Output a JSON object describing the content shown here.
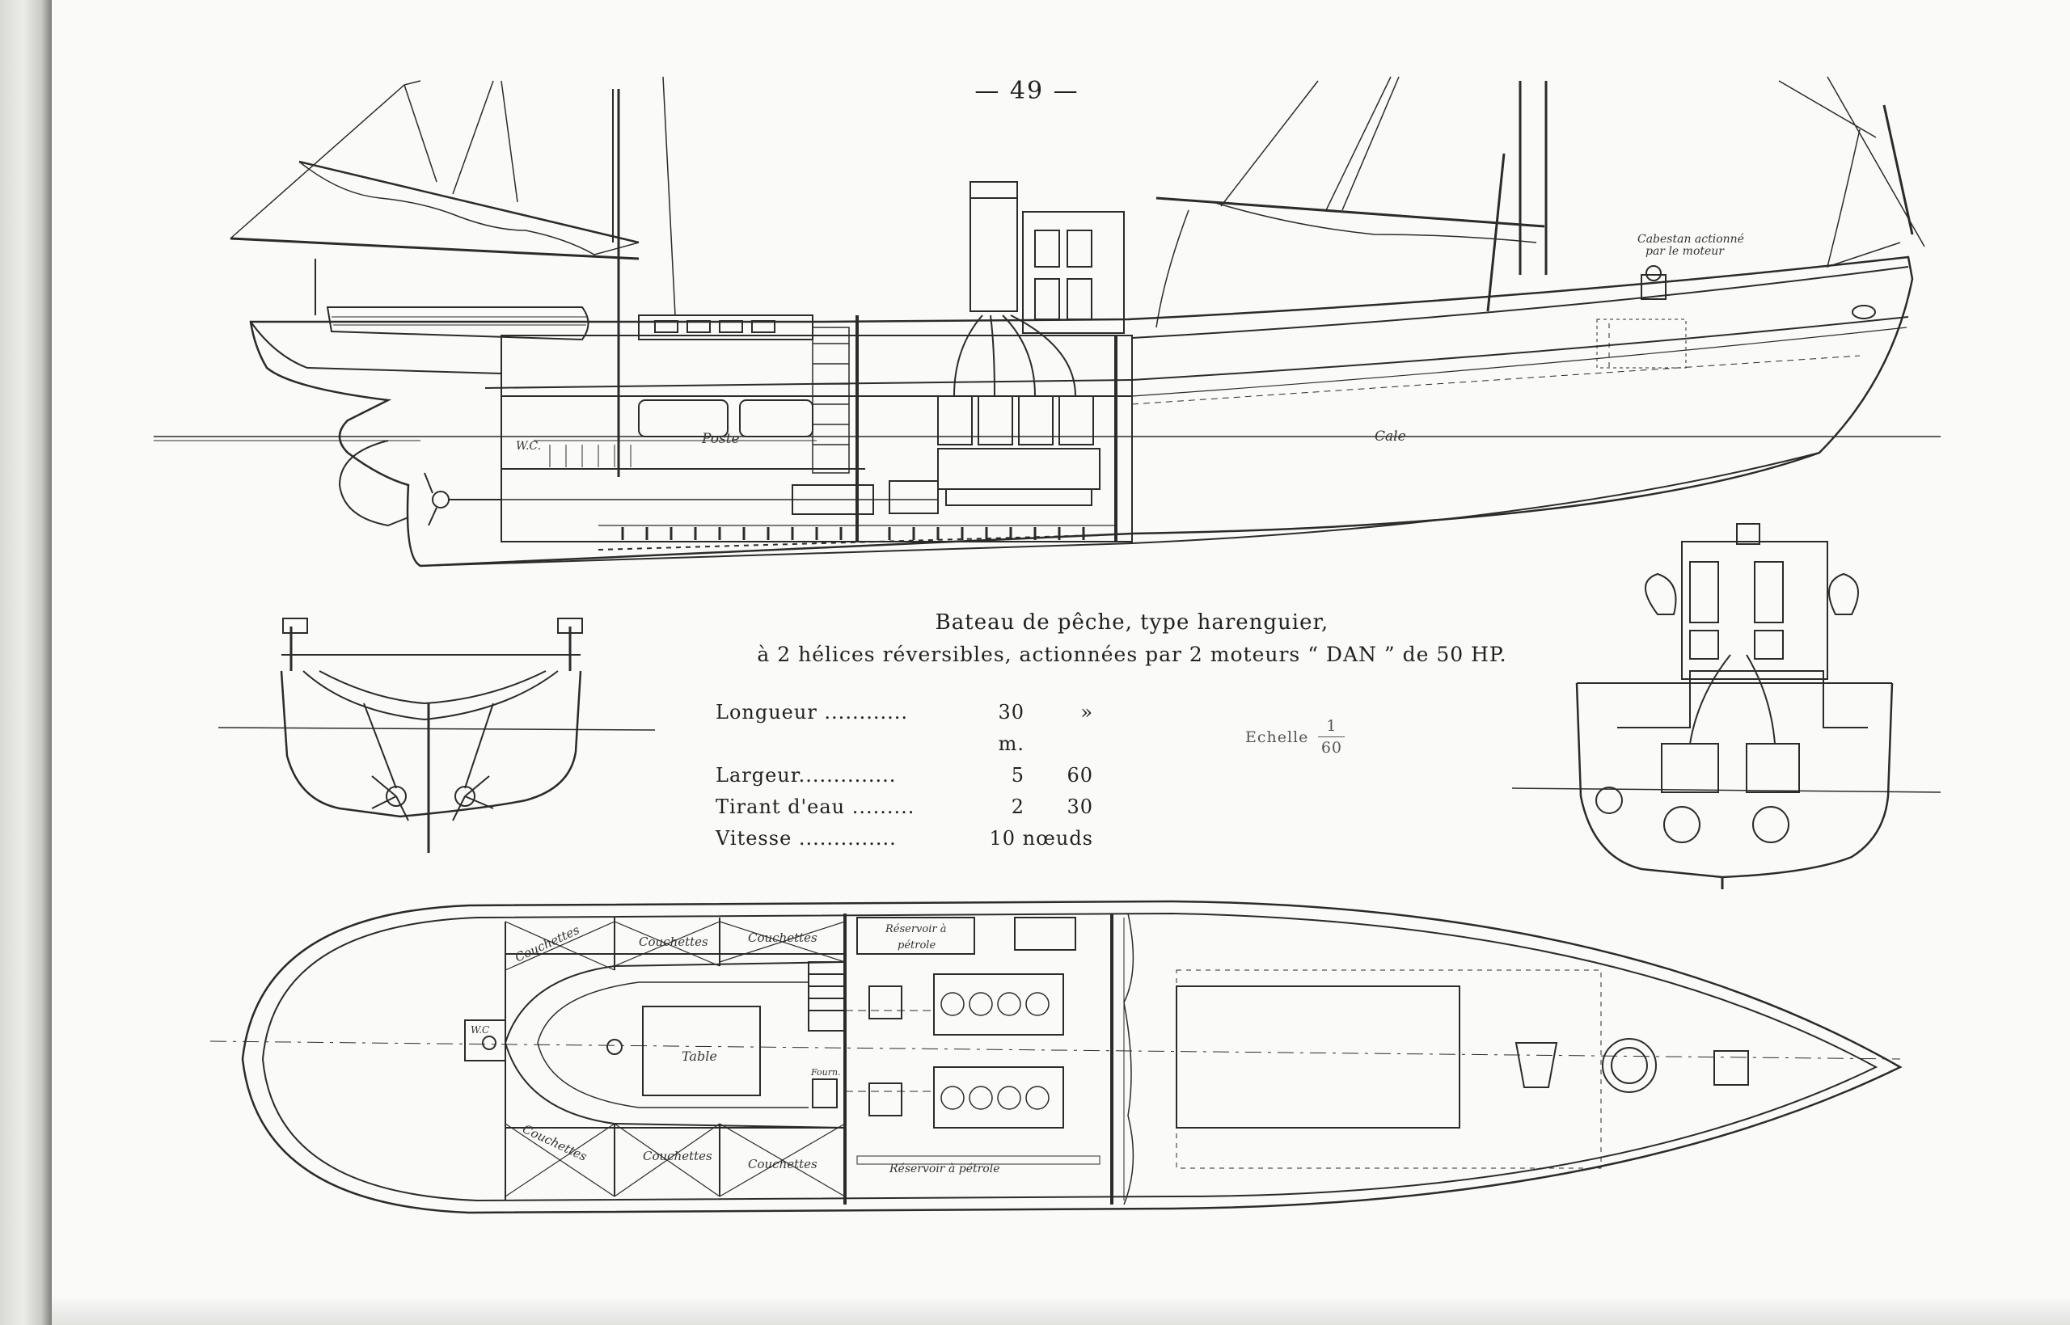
{
  "page_number": "— 49 —",
  "caption": {
    "line1": "Bateau de pêche, type harenguier,",
    "line2": "à 2 hélices réversibles, actionnées par 2 moteurs “ DAN ” de 50 HP."
  },
  "specs": [
    {
      "label": "Longueur ............",
      "value1": "30 m.",
      "value2": "»"
    },
    {
      "label": "Largeur..............",
      "value1": "5",
      "value2": "60"
    },
    {
      "label": "Tirant d'eau .........",
      "value1": "2",
      "value2": "30"
    },
    {
      "label": "Vitesse ..............",
      "value1": "10 nœuds",
      "value2": ""
    }
  ],
  "scale": {
    "label": "Echelle",
    "numerator": "1",
    "denominator": "60"
  },
  "profile_labels": {
    "wc": "W.C.",
    "poste": "Poste",
    "cale": "Cale",
    "cabestan": "Cabestan actionné",
    "cabestan2": "par le moteur"
  },
  "plan_labels": {
    "couchettes": "Couchettes",
    "wc": "W.C",
    "table": "Table",
    "fourneau": "Fourn.",
    "reservoir_top": "Réservoir à",
    "reservoir_top2": "pétrole",
    "reservoir_bottom": "Réservoir à pétrole"
  }
}
